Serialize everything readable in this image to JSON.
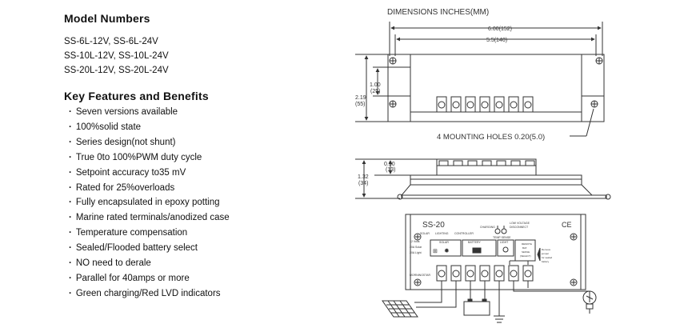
{
  "models": {
    "title": "Model Numbers",
    "lines": [
      "SS-6L-12V, SS-6L-24V",
      "SS-10L-12V, SS-10L-24V",
      "SS-20L-12V, SS-20L-24V"
    ]
  },
  "features": {
    "title": "Key Features and Benefits",
    "items": [
      "Seven versions available",
      "100%solid state",
      "Series design(not shunt)",
      "True 0to 100%PWM duty cycle",
      "Setpoint accuracy to35 mV",
      "Rated for 25%overloads",
      "Fully encapsulated in epoxy potting",
      "Marine rated terminals/anodized case",
      "Temperature compensation",
      "Sealed/Flooded battery select",
      "NO need to derale",
      "Parallel for 40amps or more",
      "Green charging/Red LVD indicators"
    ]
  },
  "diagram": {
    "title": "DIMENSIONS INCHES(MM)",
    "dim_width_overall": "6.00(152)",
    "dim_width_holes": "5.5(140)",
    "dim_inner_height": "1.00",
    "dim_inner_height_mm": "(25)",
    "dim_outer_height": "2.19",
    "dim_outer_height_mm": "(55)",
    "mounting_holes": "4 MOUNTING HOLES 0.20(5.0)",
    "dim_terminal_height": "0.50",
    "dim_terminal_height_mm": "(13)",
    "dim_side_height": "1.32",
    "dim_side_height_mm": "(34)",
    "panel": {
      "model": "SS-20",
      "solar": "SOLAR",
      "lighting": "LIGHTING",
      "controller": "CONTROLLER",
      "charging": "CHARGING",
      "low_voltage": "LOW VOLTAGE",
      "disconnect": "DISCONNECT",
      "temp_sense": "TEMP SENSE",
      "specs": [
        "12 Volts",
        "20A Solar",
        "20A Light"
      ],
      "morningstar": "MORNINGSTAR",
      "ce": "CE",
      "t_solar": "SOLAR",
      "t_battery": "BATTERY",
      "t_light": "LIGHT",
      "t_remote": [
        "REMOTE",
        "BAT.",
        "SENSE",
        "(SELECT)"
      ],
      "side_note": [
        "Remove",
        "jumper",
        "for sealed",
        "battery"
      ]
    }
  }
}
